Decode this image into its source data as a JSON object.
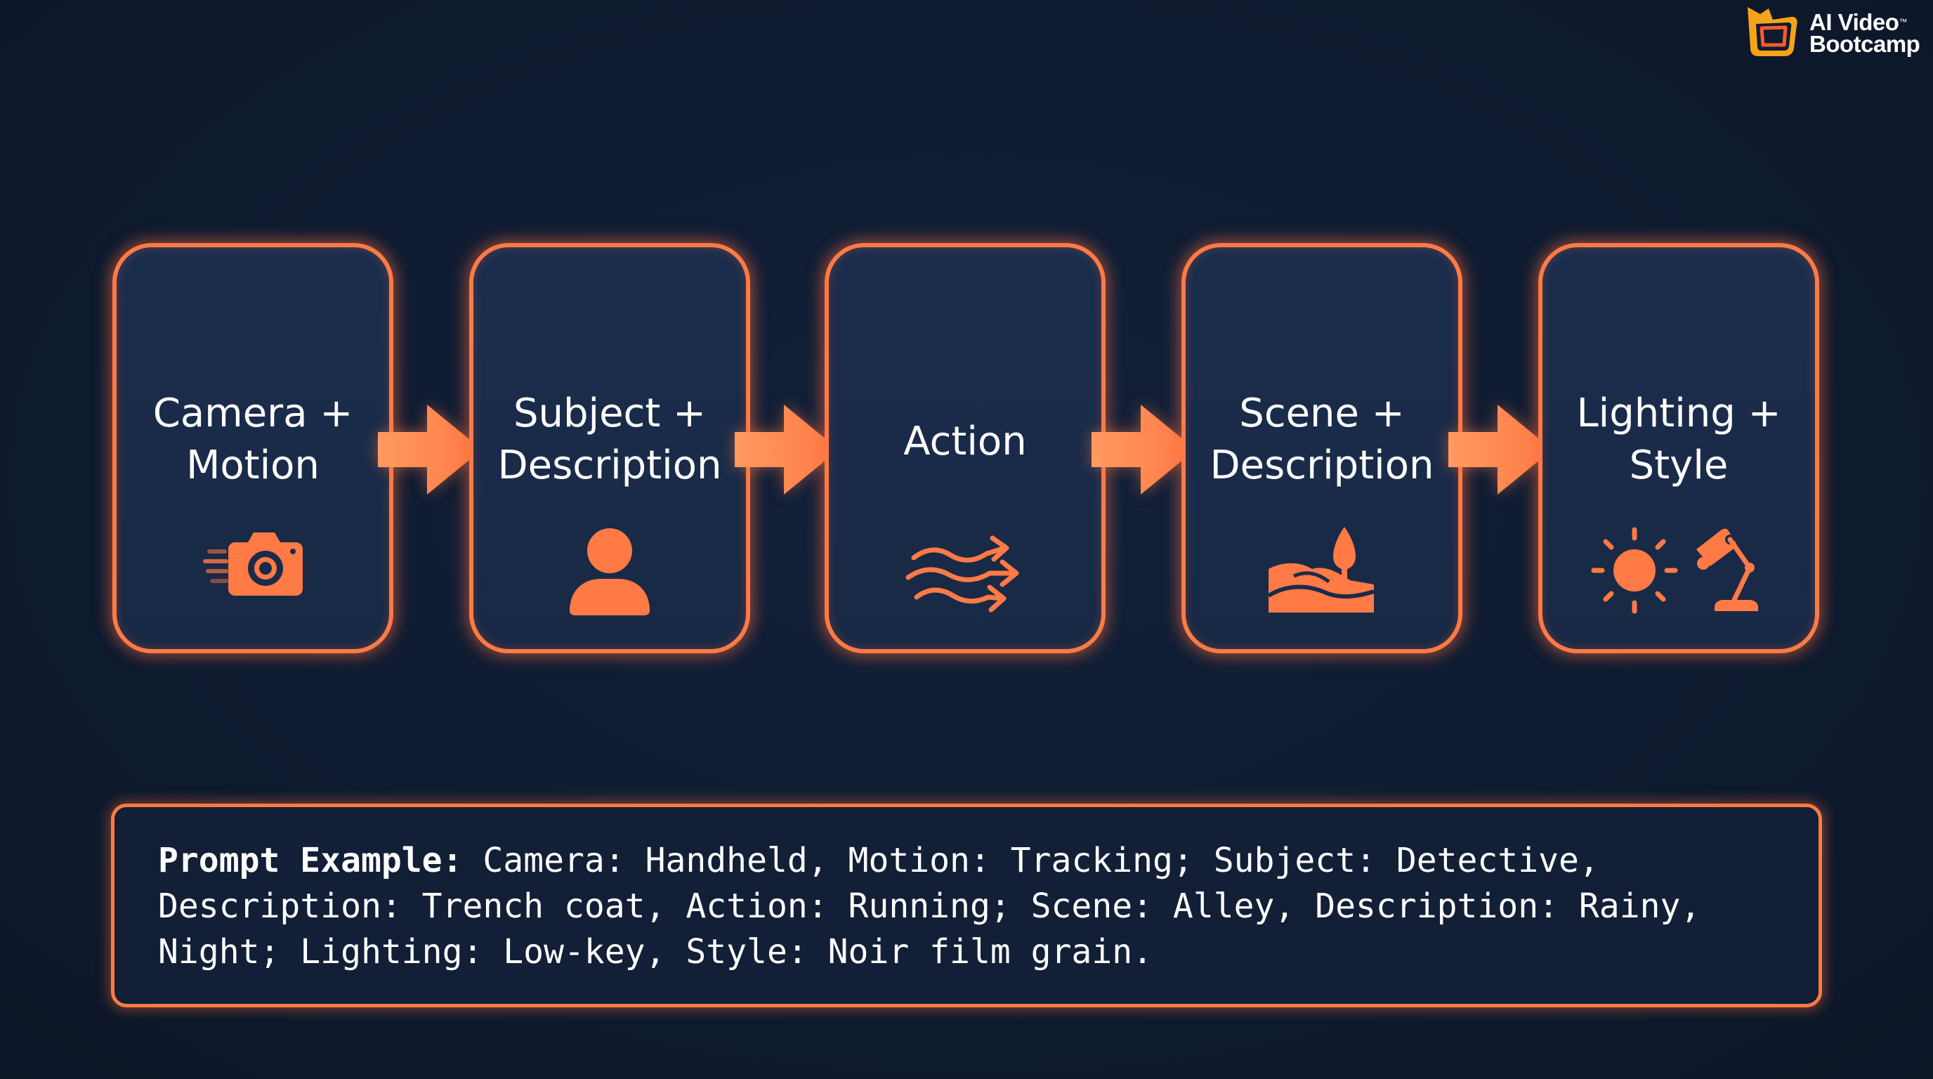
{
  "brand": {
    "line1": "AI Video",
    "line2": "Bootcamp",
    "trademark": "™",
    "accent": "#ff7a45"
  },
  "steps": [
    {
      "line1": "Camera +",
      "line2": "Motion",
      "icon": "camera-motion-icon"
    },
    {
      "line1": "Subject +",
      "line2": "Description",
      "icon": "person-icon"
    },
    {
      "line1": "Action",
      "line2": "",
      "icon": "wind-arrows-icon"
    },
    {
      "line1": "Scene +",
      "line2": "Description",
      "icon": "landscape-tree-icon"
    },
    {
      "line1": "Lighting +",
      "line2": "Style",
      "icon": "sun-lamp-icon"
    }
  ],
  "prompt": {
    "label": "Prompt Example:",
    "line1": " Camera: Handheld, Motion: Tracking; Subject: Detective,",
    "line2": "Description: Trench coat, Action: Running; Scene: Alley, Description: Rainy,",
    "line3": "Night; Lighting: Low-key, Style: Noir film grain."
  },
  "colors": {
    "background": "#0f1b30",
    "box_fill": "#1a2b4a",
    "accent": "#ff7a45",
    "text": "#ffffff"
  }
}
